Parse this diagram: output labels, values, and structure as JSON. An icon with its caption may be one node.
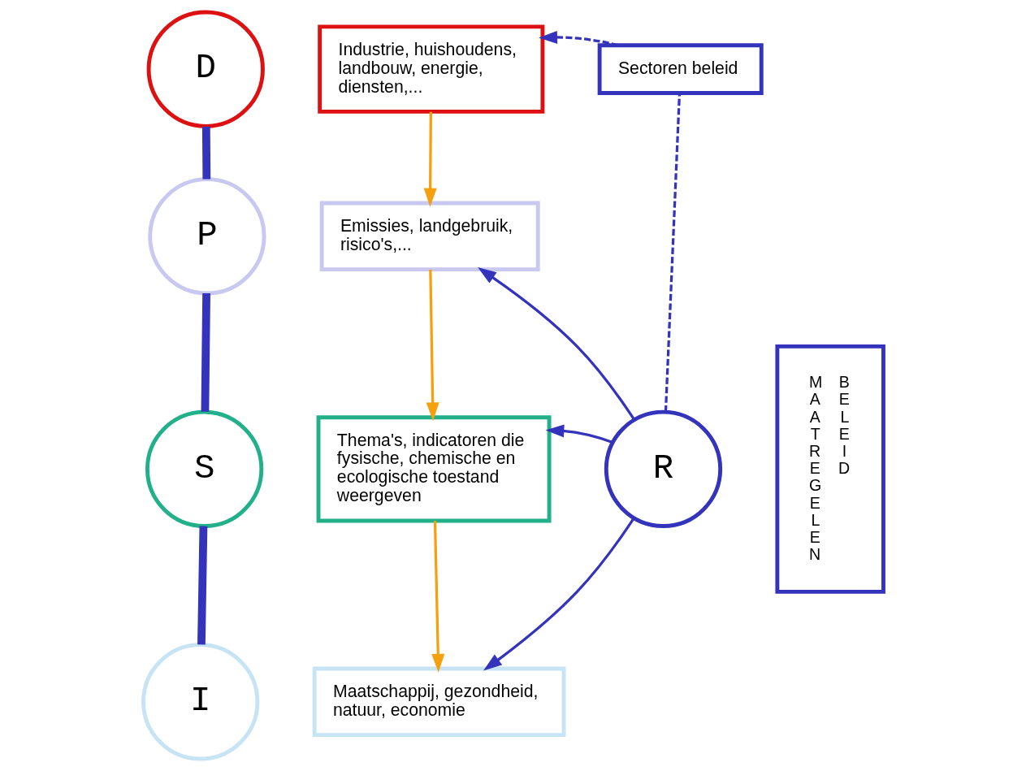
{
  "diagram": {
    "nodes": [
      {
        "text": [
          "D"
        ]
      },
      {
        "text": [
          "P"
        ]
      },
      {
        "text": [
          "S"
        ]
      },
      {
        "text": [
          "I"
        ]
      },
      {
        "text": [
          "Industrie, huishoudens, landbouw, energie, diensten,..."
        ]
      },
      {
        "text": [
          "Emissies, landgebruik, risico's,..."
        ]
      },
      {
        "text": [
          "Thema's, indicatoren die fysische, chemische en ecologische toestand weergeven"
        ]
      },
      {
        "text": [
          "Maatschappij, gezondheid, natuur, economie"
        ]
      },
      {
        "text": [
          "Sectoren beleid"
        ]
      },
      {
        "text": [
          "R"
        ]
      },
      {
        "text": [
          "MAATREGELEN",
          "BELEID"
        ]
      }
    ],
    "edges": [
      {
        "from": 0,
        "to": 1,
        "arrow": "none",
        "style": "thick"
      },
      {
        "from": 1,
        "to": 2,
        "arrow": "none",
        "style": "thick"
      },
      {
        "from": 2,
        "to": 3,
        "arrow": "none",
        "style": "thick"
      },
      {
        "from": 4,
        "to": 5,
        "arrow": "to",
        "color": "#f5a00f"
      },
      {
        "from": 5,
        "to": 6,
        "arrow": "to",
        "color": "#f5a00f"
      },
      {
        "from": 6,
        "to": 7,
        "arrow": "to",
        "color": "#f5a00f"
      },
      {
        "from": 8,
        "to": 4,
        "arrow": "to",
        "style": "dashed"
      },
      {
        "from": 9,
        "to": 8,
        "arrow": "none",
        "style": "dashed"
      },
      {
        "from": 9,
        "to": 5,
        "arrow": "to"
      },
      {
        "from": 9,
        "to": 6,
        "arrow": "to"
      },
      {
        "from": 9,
        "to": 7,
        "arrow": "to"
      }
    ]
  }
}
